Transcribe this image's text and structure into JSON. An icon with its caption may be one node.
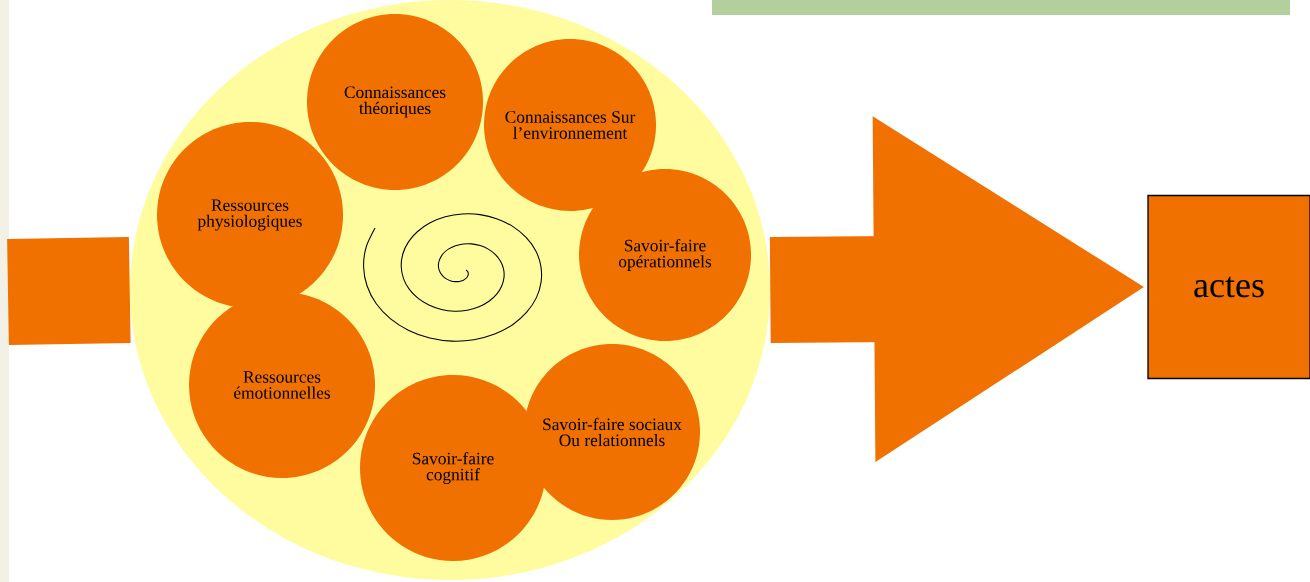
{
  "diagram": {
    "nodes": [
      {
        "text": [],
        "shape": "ellipse"
      },
      {
        "text": [
          "Connaissances théoriques"
        ],
        "in": 0
      },
      {
        "text": [
          "Connaissances Sur l’environnement"
        ],
        "in": 0
      },
      {
        "text": [
          "Ressources physiologiques"
        ],
        "in": 0
      },
      {
        "text": [
          "Savoir-faire opérationnels"
        ],
        "in": 0
      },
      {
        "text": [
          "Ressources émotionnelles"
        ],
        "in": 0
      },
      {
        "text": [
          "Savoir-faire sociaux Ou relationnels"
        ],
        "in": 0
      },
      {
        "text": [
          "Savoir-faire cognitif"
        ],
        "in": 0
      },
      {
        "text": [
          "actes"
        ]
      }
    ],
    "edges": [
      {
        "from": null,
        "to": 0,
        "arrow": "none"
      },
      {
        "from": 0,
        "to": 8,
        "arrow": "to"
      }
    ]
  }
}
